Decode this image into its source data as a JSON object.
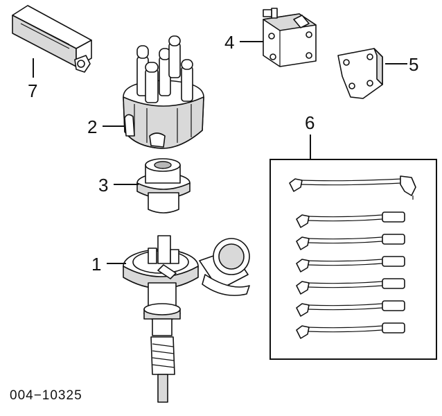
{
  "callouts": {
    "c1": "1",
    "c2": "2",
    "c3": "3",
    "c4": "4",
    "c5": "5",
    "c6": "6",
    "c7": "7"
  },
  "part_number": "004−10325"
}
